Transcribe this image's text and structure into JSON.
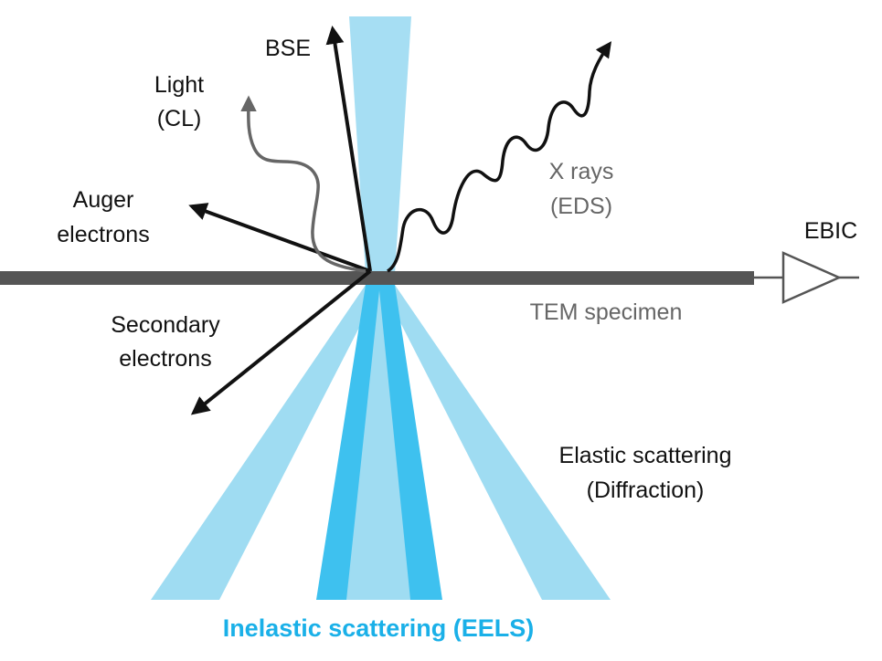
{
  "labels": {
    "bse": "BSE",
    "light_line1": "Light",
    "light_line2": "(CL)",
    "auger_line1": "Auger",
    "auger_line2": "electrons",
    "xrays_line1": "X rays",
    "xrays_line2": "(EDS)",
    "ebic": "EBIC",
    "specimen": "TEM specimen",
    "secondary_line1": "Secondary",
    "secondary_line2": "electrons",
    "elastic_line1": "Elastic scattering",
    "elastic_line2": "(Diffraction)",
    "inelastic": "Inelastic scattering (EELS)"
  },
  "colors": {
    "light_blue": "#9fdcf2",
    "bright_blue": "#3ec1ef",
    "beam_blue": "#a6def3",
    "dark_grey": "#555555",
    "grey": "#666666",
    "black": "#111111",
    "label_blue": "#1ab0e8"
  }
}
